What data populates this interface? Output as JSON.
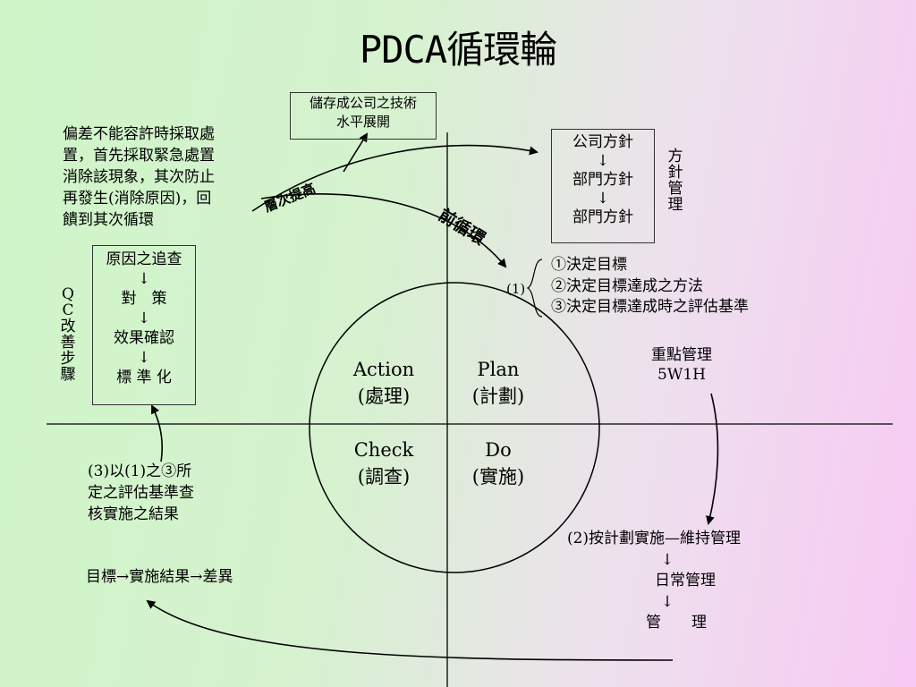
{
  "title": "PDCA循環輪",
  "note_top": "儲存成公司之技術\n水平展開",
  "note_left": "偏差不能容許時採取處\n置，首先採取緊急處置\n消除該現象，其次防止\n再發生(消除原因)，回\n饋到其次循環",
  "arrow_label_up": "層次提高",
  "arrow_label_cycle": "前循環",
  "policy_box": [
    "公司方針",
    "↓",
    "部門方針",
    "↓",
    "部門方針"
  ],
  "policy_label": "方針管理",
  "plan_steps_label": "(1)",
  "plan_steps": [
    "①決定目標",
    "②決定目標達成之方法",
    "③決定目標達成時之評估基準"
  ],
  "qc_box": [
    "原因之追查",
    "↓",
    "對　策",
    "↓",
    "效果確認",
    "↓",
    "標 準 化"
  ],
  "qc_label": "QC改善步驟",
  "focus": [
    "重點管理",
    "5W1H"
  ],
  "quadrants": {
    "action": [
      "Action",
      "(處理)"
    ],
    "plan": [
      "Plan",
      "(計劃)"
    ],
    "check": [
      "Check",
      "(調查)"
    ],
    "do": [
      "Do",
      "(實施)"
    ]
  },
  "check_note": "(3)以(1)之③所\n定之評估基準查\n核實施之結果",
  "do_note": [
    "(2)按計劃實施—維持管理",
    "↓",
    "日常管理",
    "↓",
    "管　　理"
  ],
  "result_line": "目標→實施結果→差異"
}
